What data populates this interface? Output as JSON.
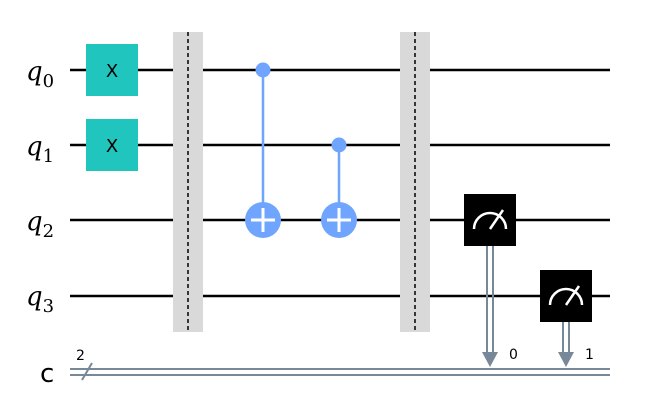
{
  "circuit": {
    "qubits": [
      {
        "label": "q",
        "index": "0"
      },
      {
        "label": "q",
        "index": "1"
      },
      {
        "label": "q",
        "index": "2"
      },
      {
        "label": "q",
        "index": "3"
      }
    ],
    "classical": {
      "label": "c",
      "size": "2"
    },
    "gates": {
      "x_label": "X",
      "x_targets": [
        0,
        1
      ],
      "cnots": [
        {
          "control": 0,
          "target": 2
        },
        {
          "control": 1,
          "target": 2
        }
      ],
      "measures": [
        {
          "qubit": 2,
          "bit_label": "0"
        },
        {
          "qubit": 3,
          "bit_label": "1"
        }
      ]
    },
    "colors": {
      "x_gate": "#20c5bd",
      "cnot": "#6fa4ff",
      "barrier": "#d9d9d9",
      "measure": "#000000",
      "classical_line": "#778899"
    }
  }
}
